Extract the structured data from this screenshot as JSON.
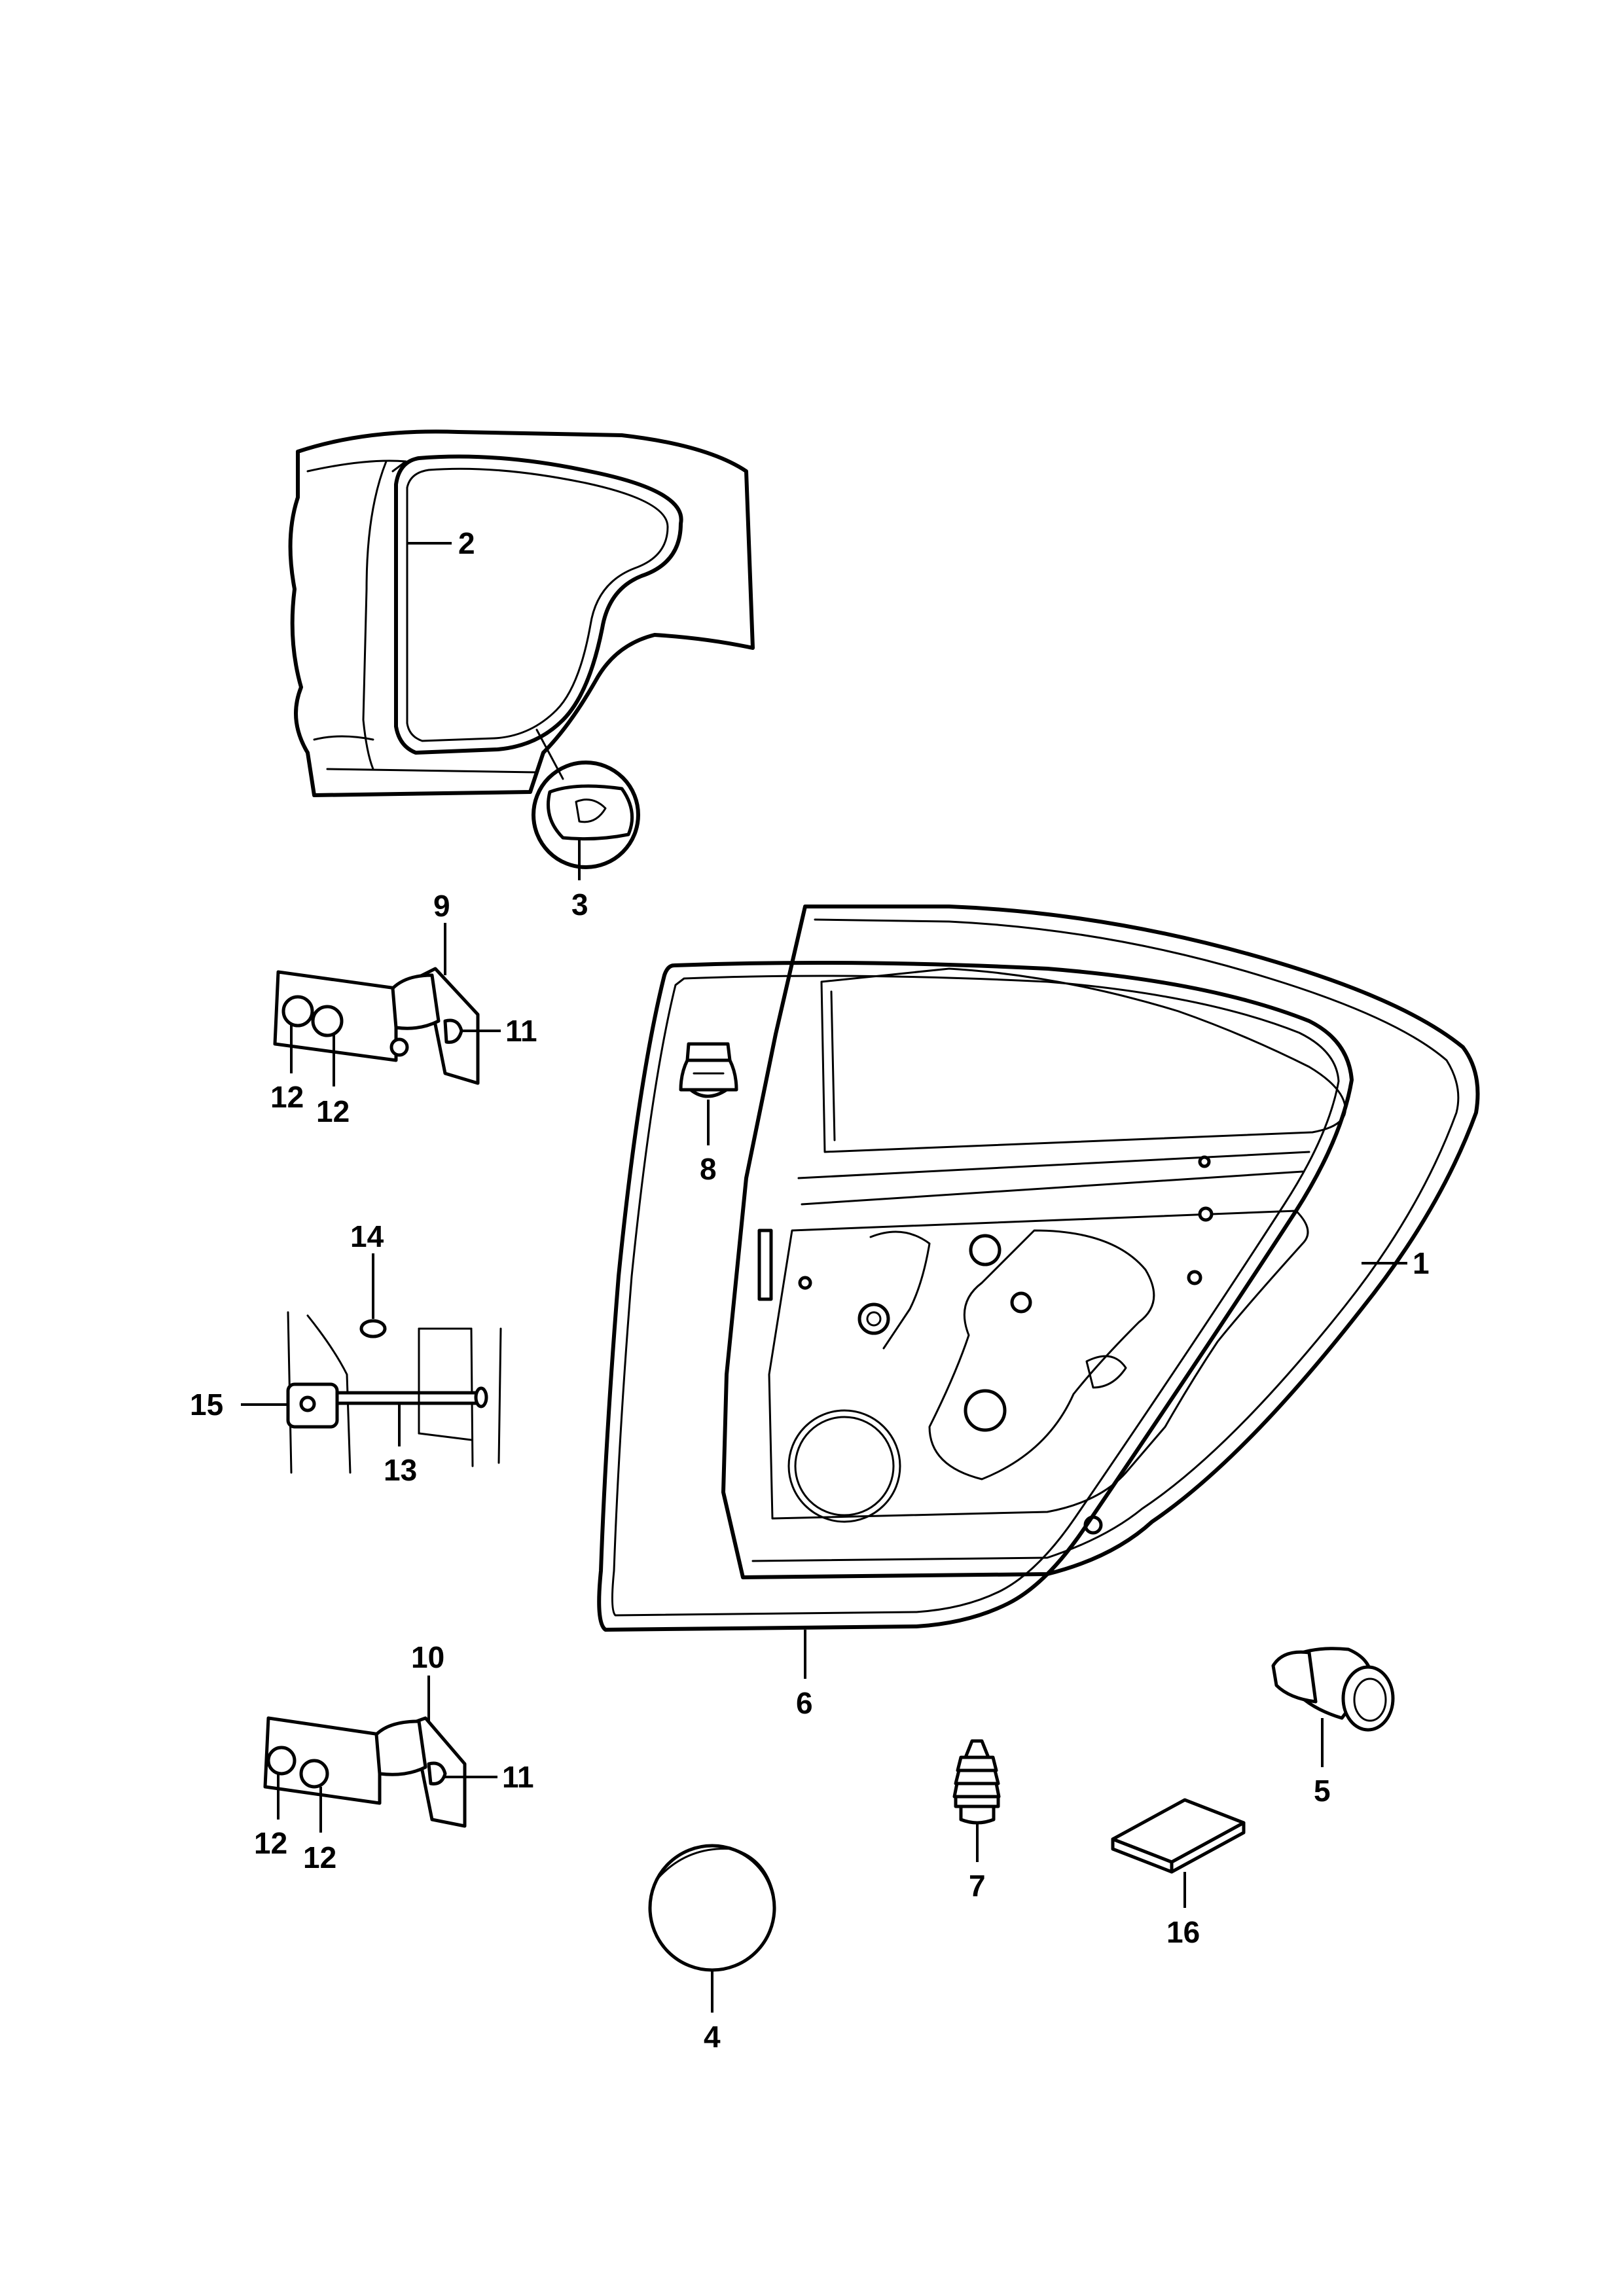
{
  "callouts": {
    "c1": "1",
    "c2": "2",
    "c3": "3",
    "c4": "4",
    "c5": "5",
    "c6": "6",
    "c7": "7",
    "c8": "8",
    "c9": "9",
    "c10": "10",
    "c11a": "11",
    "c11b": "11",
    "c12a": "12",
    "c12b": "12",
    "c12c": "12",
    "c12d": "12",
    "c13": "13",
    "c14": "14",
    "c15": "15",
    "c16": "16"
  }
}
